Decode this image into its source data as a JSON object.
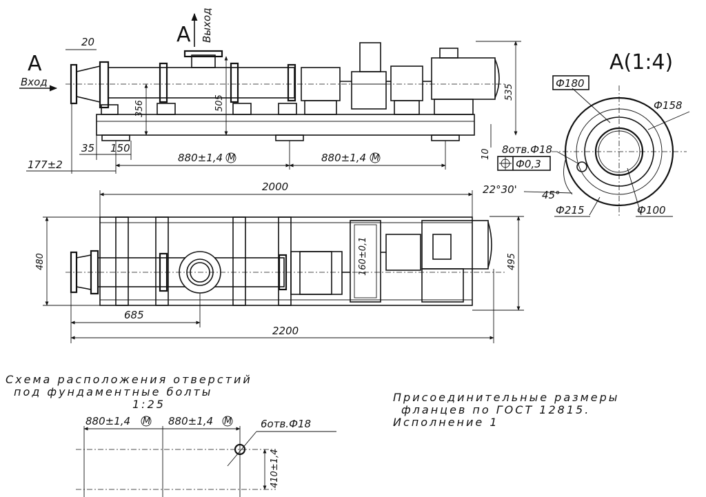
{
  "section_label": "А",
  "inlet_label": "Вход",
  "outlet_label": "Выход",
  "view_label": "А(1:4)",
  "dims": {
    "d20": "20",
    "d356": "356",
    "d505": "505",
    "d535": "535",
    "d35": "35",
    "d150": "150",
    "d177": "177±2",
    "d880a": "880±1,4",
    "d880b": "880±1,4",
    "d10": "10",
    "d2000": "2000",
    "d480": "480",
    "d495": "495",
    "d160": "160±0,1",
    "d685": "685",
    "d2200": "2200",
    "d880c": "880±1,4",
    "d880d": "880±1,4",
    "d410": "410±1,4"
  },
  "tolerance_mark": "M",
  "flange": {
    "d180": "Ф180",
    "d158": "Ф158",
    "d215": "Ф215",
    "d100": "Ф100",
    "holes": "8отв.Ф18",
    "position_value": "Ф0,3",
    "angle1": "22°30'",
    "angle2": "45°"
  },
  "bolt_holes": "6отв.Ф18",
  "notes": {
    "scheme_line1": "Схема расположения отверстий",
    "scheme_line2": "под фундаментные болты",
    "scheme_scale": "1:25",
    "flange_line1": "Присоединительные размеры",
    "flange_line2": "фланцев по ГОСТ 12815.",
    "flange_line3": "Исполнение 1"
  }
}
